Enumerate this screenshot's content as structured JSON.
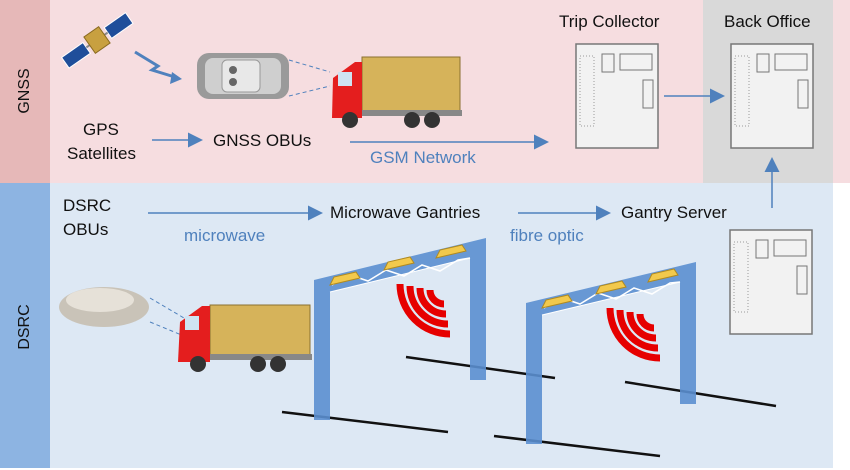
{
  "bands": {
    "gnss": "GNSS",
    "dsrc": "DSRC"
  },
  "labels": {
    "trip_collector": "Trip Collector",
    "back_office": "Back Office",
    "gps_line1": "GPS",
    "gps_line2": "Satellites",
    "gnss_obus": "GNSS OBUs",
    "gsm_network": "GSM Network",
    "dsrc_line1": "DSRC",
    "dsrc_line2": "OBUs",
    "microwave_gantries": "Microwave Gantries",
    "gantry_server": "Gantry Server",
    "microwave": "microwave",
    "fibre_optic": "fibre optic"
  },
  "colors": {
    "gnss_band": "#f6dde0",
    "gnss_tab": "#e6b8b8",
    "dsrc_band": "#dde8f4",
    "dsrc_tab": "#8db4e2",
    "back_office_band": "#d9d9d9",
    "arrow": "#4f81bd",
    "signal_red": "#e60000"
  }
}
